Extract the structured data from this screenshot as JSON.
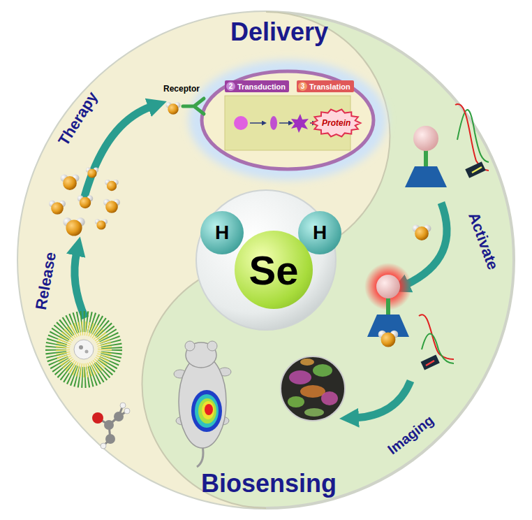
{
  "diagram": {
    "nodes": [
      {
        "text": [
          "2",
          "Transduction"
        ]
      },
      {
        "text": [
          "3",
          "Translation"
        ]
      },
      {
        "text": [
          "Protein"
        ]
      },
      {
        "text": [
          "H"
        ]
      },
      {
        "text": [
          "Se"
        ]
      },
      {
        "text": [
          "H"
        ]
      }
    ],
    "labels": [
      "Delivery",
      "Receptor",
      "Therapy",
      "Release",
      "Activate",
      "Imaging",
      "Biosensing"
    ]
  }
}
